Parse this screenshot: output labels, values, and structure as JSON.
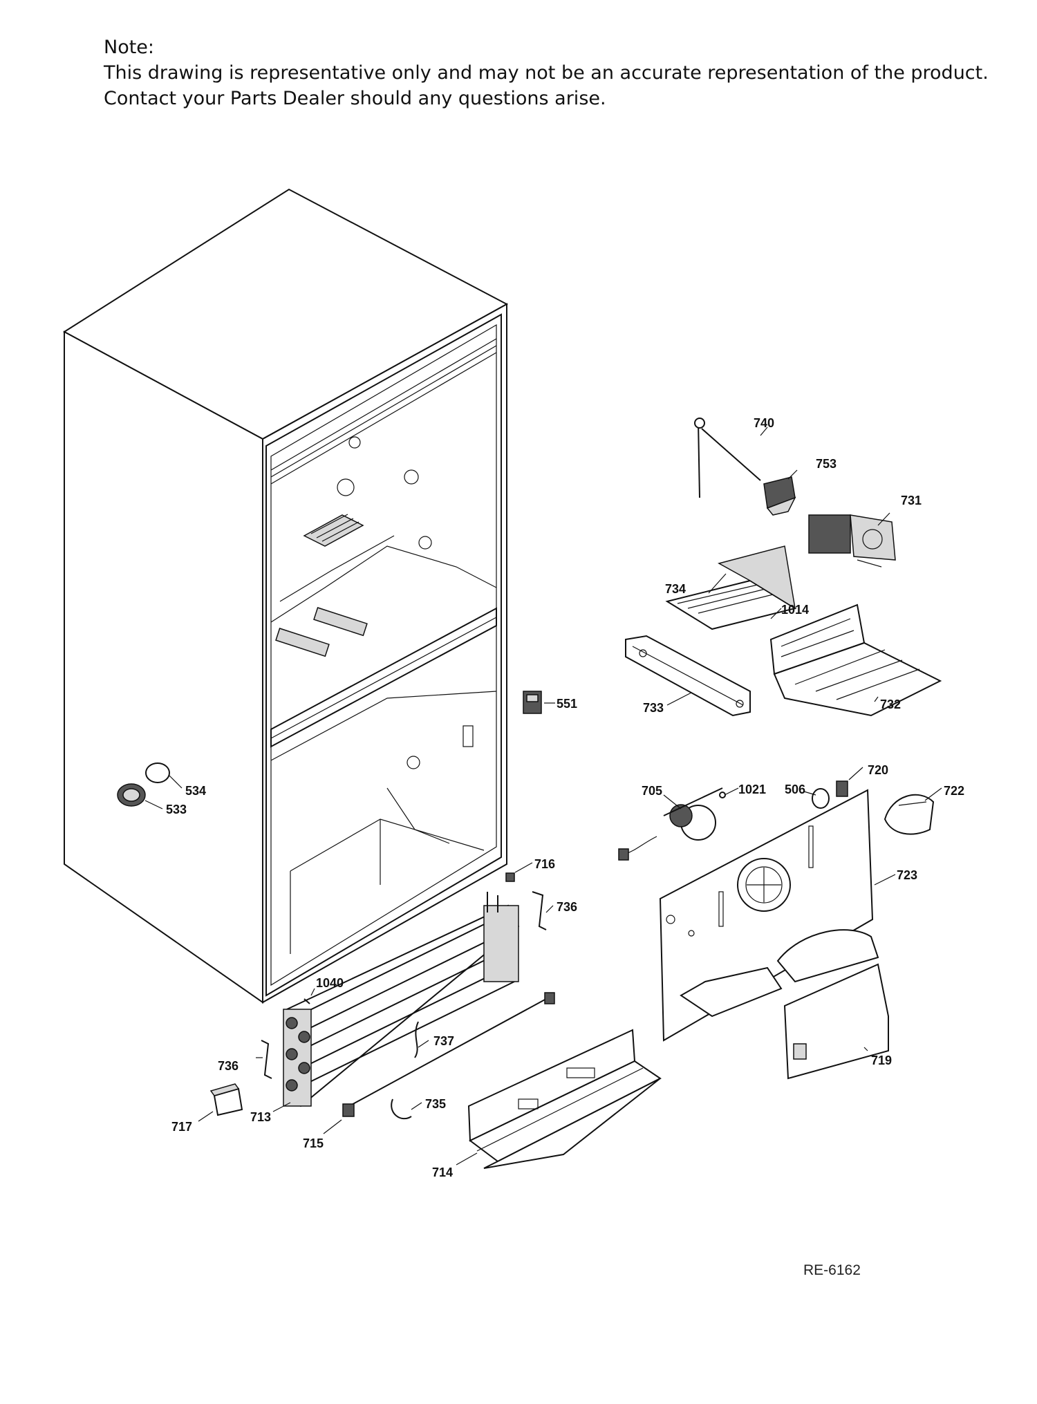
{
  "note": {
    "heading": "Note:",
    "line1": "This drawing is representative only and may not be an accurate representation of the product.",
    "line2": "Contact your Parts Dealer should any questions arise."
  },
  "reference": "RE-6162",
  "labels": {
    "p740": "740",
    "p753": "753",
    "p731": "731",
    "p734": "734",
    "p1014": "1014",
    "p733": "733",
    "p732": "732",
    "p551": "551",
    "p534": "534",
    "p533": "533",
    "p705": "705",
    "p1021": "1021",
    "p506": "506",
    "p720": "720",
    "p722": "722",
    "p716": "716",
    "p723": "723",
    "p736a": "736",
    "p736b": "736",
    "p1040": "1040",
    "p737": "737",
    "p719": "719",
    "p735": "735",
    "p717": "717",
    "p713": "713",
    "p715": "715",
    "p714": "714"
  }
}
